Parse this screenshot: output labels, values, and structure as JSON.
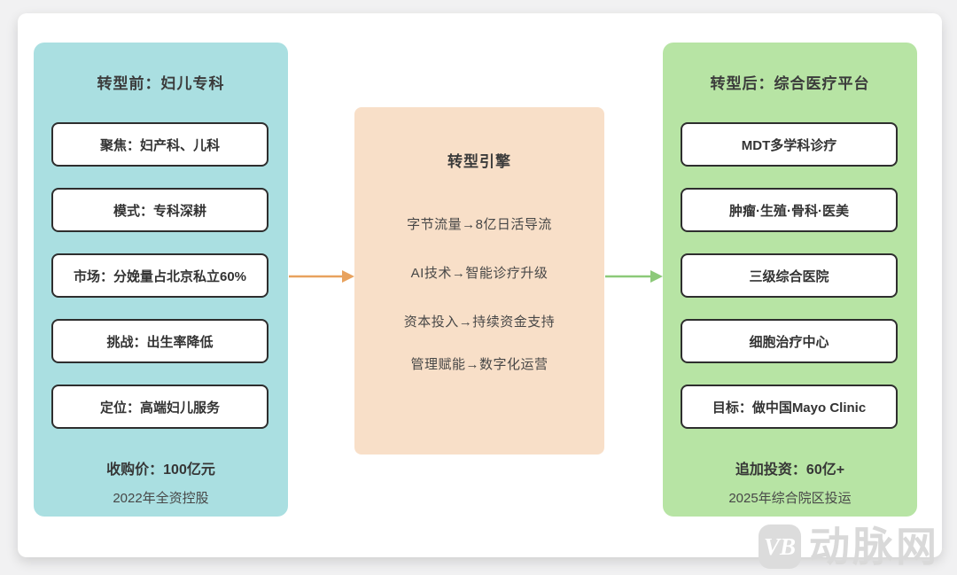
{
  "left": {
    "title": "转型前：妇儿专科",
    "items": [
      "聚焦：妇产科、儿科",
      "模式：专科深耕",
      "市场：分娩量占北京私立60%",
      "挑战：出生率降低",
      "定位：高端妇儿服务"
    ],
    "footer_bold": "收购价：100亿元",
    "footer_note": "2022年全资控股",
    "bg_color": "#aadfe1"
  },
  "center": {
    "title": "转型引擎",
    "items": [
      "字节流量→8亿日活导流",
      "AI技术→智能诊疗升级",
      "资本投入→持续资金支持",
      "管理赋能→数字化运营"
    ],
    "bg_color": "#f8dfc8"
  },
  "right": {
    "title": "转型后：综合医疗平台",
    "items": [
      "MDT多学科诊疗",
      "肿瘤·生殖·骨科·医美",
      "三级综合医院",
      "细胞治疗中心",
      "目标：做中国Mayo Clinic"
    ],
    "footer_bold": "追加投资：60亿+",
    "footer_note": "2025年综合院区投运",
    "bg_color": "#b7e4a4"
  },
  "arrows": {
    "left_to_center_color": "#e8a25e",
    "center_to_right_color": "#8cc979"
  },
  "watermark": {
    "logo": "VB",
    "text": "动脉网"
  }
}
